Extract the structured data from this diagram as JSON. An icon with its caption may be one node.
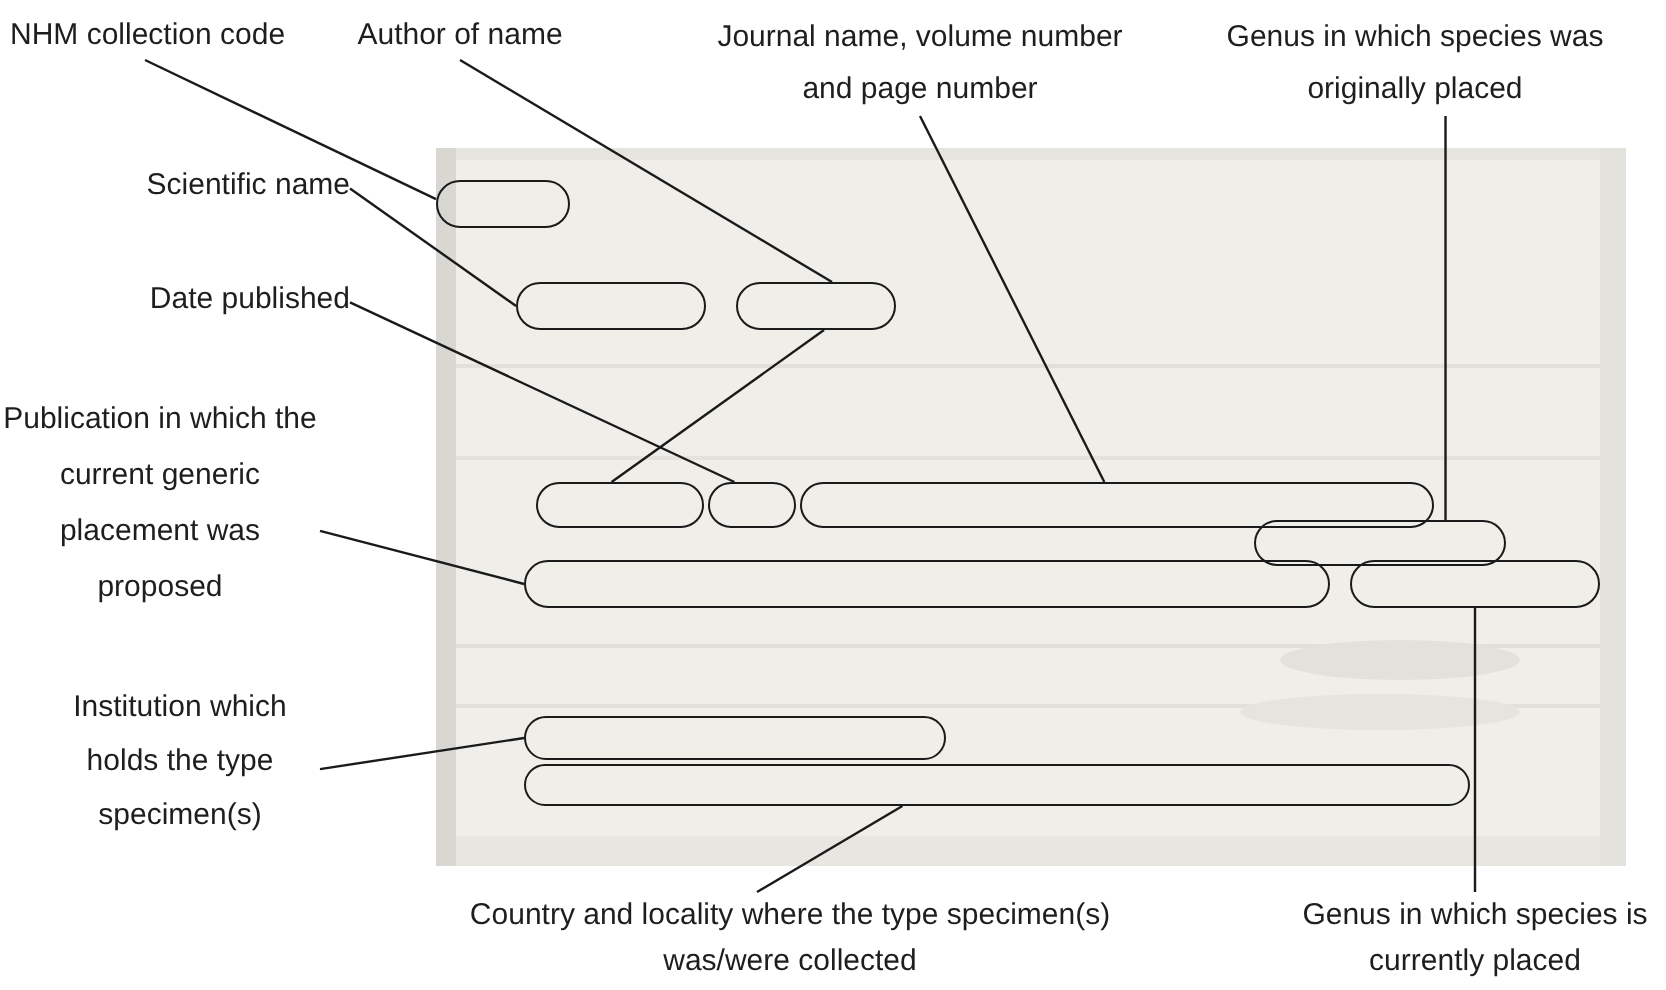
{
  "diagram": {
    "nodes": [
      {
        "text": [
          "NHM collection code"
        ]
      },
      {
        "text": [
          "Author of name"
        ]
      },
      {
        "text": [
          "Journal name, volume number and page number"
        ]
      },
      {
        "text": [
          "Genus in which species was originally placed"
        ]
      },
      {
        "text": [
          "Scientific name"
        ]
      },
      {
        "text": [
          "Date published"
        ]
      },
      {
        "text": [
          "Publication in which the current generic placement was proposed"
        ]
      },
      {
        "text": [
          "Institution which holds the type specimen(s)"
        ]
      },
      {
        "text": [
          "Country and locality where the type specimen(s) was/were collected"
        ]
      },
      {
        "text": [
          "Genus in which species is currently placed"
        ]
      },
      {
        "text": [],
        "shape": "box"
      },
      {
        "text": [],
        "shape": "box"
      },
      {
        "text": [],
        "shape": "box"
      },
      {
        "text": [],
        "shape": "box"
      },
      {
        "text": [],
        "shape": "box"
      },
      {
        "text": [],
        "shape": "box"
      },
      {
        "text": [],
        "shape": "box"
      },
      {
        "text": [],
        "shape": "box"
      },
      {
        "text": [],
        "shape": "box"
      },
      {
        "text": [],
        "shape": "box"
      },
      {
        "text": [],
        "shape": "box"
      }
    ],
    "edges": [
      {
        "from": 0,
        "to": 10,
        "arrow": "none"
      },
      {
        "from": 1,
        "to": 12,
        "arrow": "none"
      },
      {
        "from": 12,
        "to": 13,
        "arrow": "none"
      },
      {
        "from": 2,
        "to": 15,
        "arrow": "none"
      },
      {
        "from": 3,
        "to": 16,
        "arrow": "none"
      },
      {
        "from": 4,
        "to": 11,
        "arrow": "none"
      },
      {
        "from": 5,
        "to": 14,
        "arrow": "none"
      },
      {
        "from": 6,
        "to": 17,
        "arrow": "none"
      },
      {
        "from": 7,
        "to": 19,
        "arrow": "none"
      },
      {
        "from": 8,
        "to": 20,
        "arrow": "none"
      },
      {
        "from": 9,
        "to": 18,
        "arrow": "none"
      }
    ]
  }
}
